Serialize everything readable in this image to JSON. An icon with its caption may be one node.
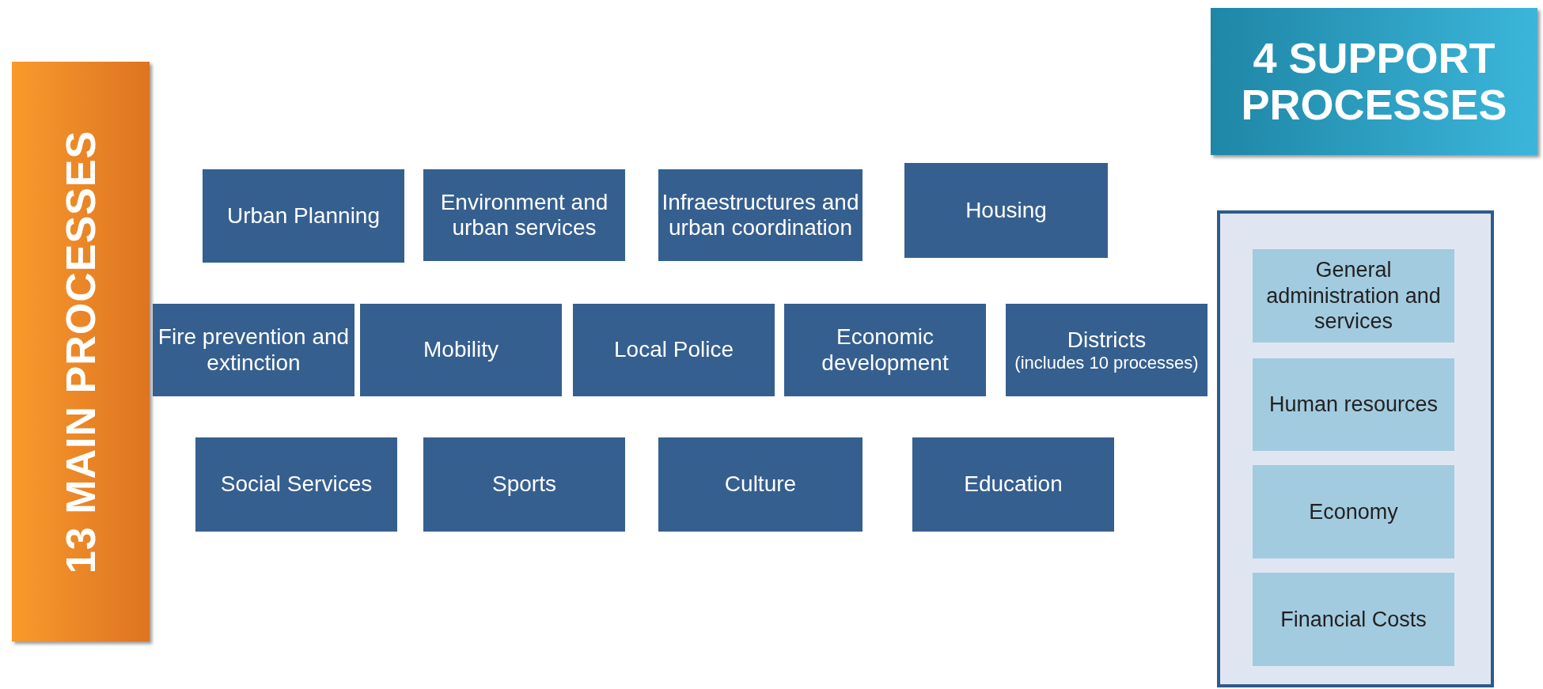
{
  "diagram": {
    "nodes": [
      {
        "text": [
          "13 MAIN PROCESSES"
        ]
      },
      {
        "text": [
          "Urban Planning"
        ]
      },
      {
        "text": [
          "Environment and urban services"
        ]
      },
      {
        "text": [
          "Infraestructures and urban coordination"
        ]
      },
      {
        "text": [
          "Housing"
        ]
      },
      {
        "text": [
          "Fire prevention and extinction"
        ]
      },
      {
        "text": [
          "Mobility"
        ]
      },
      {
        "text": [
          "Local Police"
        ]
      },
      {
        "text": [
          "Economic development"
        ]
      },
      {
        "text": [
          "Districts",
          "(includes 10 processes)"
        ]
      },
      {
        "text": [
          "Social Services"
        ]
      },
      {
        "text": [
          "Sports"
        ]
      },
      {
        "text": [
          "Culture"
        ]
      },
      {
        "text": [
          "Education"
        ]
      },
      {
        "text": [
          "4 SUPPORT PROCESSES"
        ]
      },
      {
        "text": [],
        "shape": "box"
      },
      {
        "text": [
          "General administration and services"
        ],
        "in": 15
      },
      {
        "text": [
          "Human resources"
        ],
        "in": 15
      },
      {
        "text": [
          "Economy"
        ],
        "in": 15
      },
      {
        "text": [
          "Financial Costs"
        ],
        "in": 15
      }
    ]
  }
}
